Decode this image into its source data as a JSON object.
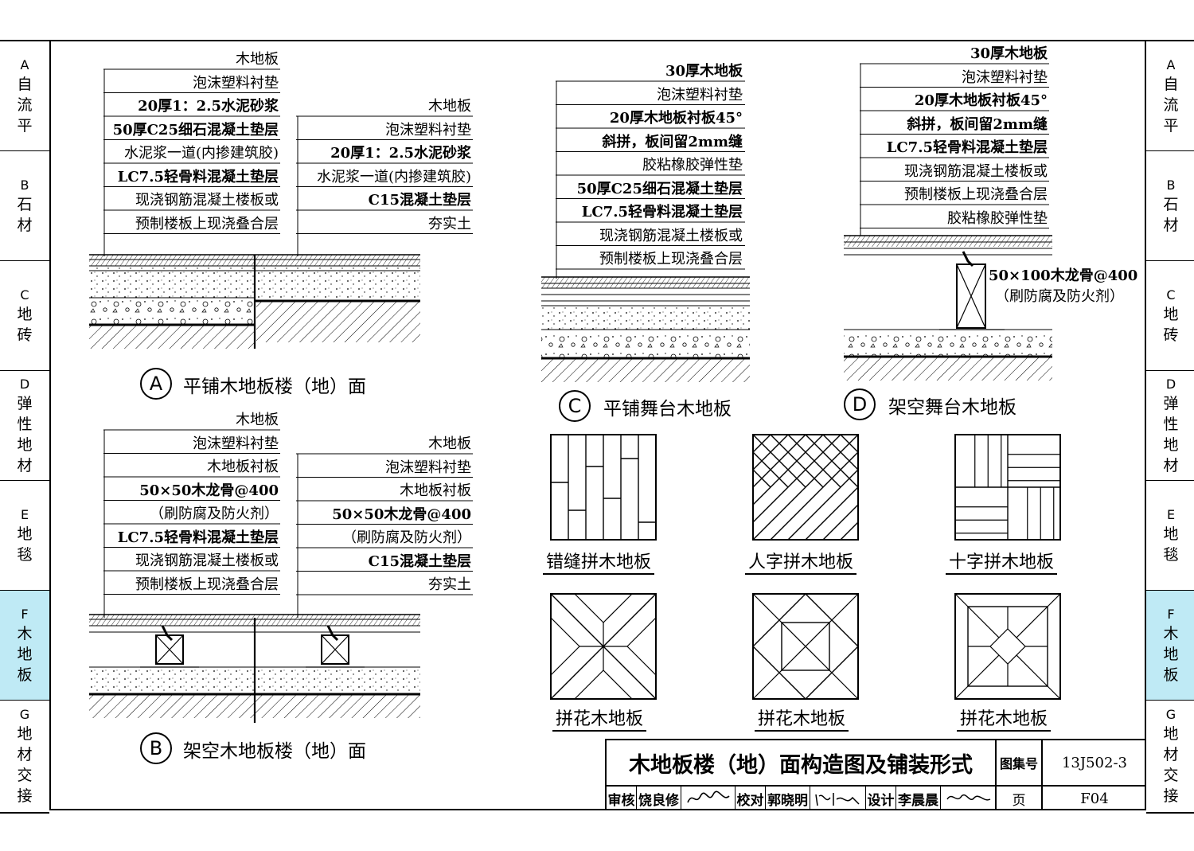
{
  "sidebar": {
    "tabs": [
      {
        "letter": "A",
        "chars": [
          "自",
          "流",
          "平"
        ]
      },
      {
        "letter": "B",
        "chars": [
          "石",
          "材"
        ]
      },
      {
        "letter": "C",
        "chars": [
          "地",
          "砖"
        ]
      },
      {
        "letter": "D",
        "chars": [
          "弹",
          "性",
          "地",
          "材"
        ]
      },
      {
        "letter": "E",
        "chars": [
          "地",
          "毯"
        ]
      },
      {
        "letter": "F",
        "chars": [
          "木",
          "地",
          "板"
        ],
        "active": true
      },
      {
        "letter": "G",
        "chars": [
          "地",
          "材",
          "交",
          "接"
        ]
      }
    ],
    "active_color": "#bfeaf5"
  },
  "detail_a": {
    "letter": "A",
    "caption": "平铺木地板楼（地）面",
    "left_layers": [
      "木地板",
      "泡沫塑料衬垫",
      "20厚1：2.5水泥砂浆",
      "50厚C25细石混凝土垫层",
      "水泥浆一道(内掺建筑胶)",
      "LC7.5轻骨料混凝土垫层",
      "现浇钢筋混凝土楼板或",
      "预制楼板上现浇叠合层"
    ],
    "right_layers": [
      "木地板",
      "泡沫塑料衬垫",
      "20厚1：2.5水泥砂浆",
      "水泥浆一道(内掺建筑胶)",
      "C15混凝土垫层",
      "夯实土"
    ]
  },
  "detail_b": {
    "letter": "B",
    "caption": "架空木地板楼（地）面",
    "left_layers": [
      "木地板",
      "泡沫塑料衬垫",
      "木地板衬板",
      "50×50木龙骨@400",
      "（刷防腐及防火剂）",
      "LC7.5轻骨料混凝土垫层",
      "现浇钢筋混凝土楼板或",
      "预制楼板上现浇叠合层"
    ],
    "right_layers": [
      "木地板",
      "泡沫塑料衬垫",
      "木地板衬板",
      "50×50木龙骨@400",
      "（刷防腐及防火剂）",
      "C15混凝土垫层",
      "夯实土"
    ]
  },
  "detail_c": {
    "letter": "C",
    "caption": "平铺舞台木地板",
    "layers": [
      "30厚木地板",
      "泡沫塑料衬垫",
      "20厚木地板衬板45°",
      "斜拼，板间留2mm缝",
      "胶粘橡胶弹性垫",
      "50厚C25细石混凝土垫层",
      "LC7.5轻骨料混凝土垫层",
      "现浇钢筋混凝土楼板或",
      "预制楼板上现浇叠合层"
    ]
  },
  "detail_d": {
    "letter": "D",
    "caption": "架空舞台木地板",
    "layers": [
      "30厚木地板",
      "泡沫塑料衬垫",
      "20厚木地板衬板45°",
      "斜拼，板间留2mm缝",
      "LC7.5轻骨料混凝土垫层",
      "现浇钢筋混凝土楼板或",
      "预制楼板上现浇叠合层",
      "胶粘橡胶弹性垫"
    ],
    "joist_note": [
      "50×100木龙骨@400",
      "（刷防腐及防火剂）"
    ]
  },
  "patterns": [
    {
      "label": "错缝拼木地板",
      "kind": "staggered"
    },
    {
      "label": "人字拼木地板",
      "kind": "herringbone"
    },
    {
      "label": "十字拼木地板",
      "kind": "cross"
    },
    {
      "label": "拼花木地板",
      "kind": "parquet1"
    },
    {
      "label": "拼花木地板",
      "kind": "parquet2"
    },
    {
      "label": "拼花木地板",
      "kind": "parquet3"
    }
  ],
  "title_block": {
    "title": "木地板楼（地）面构造图及铺装形式",
    "atlas_label": "图集号",
    "atlas_no": "13J502-3",
    "review_label": "审核",
    "reviewer": "饶良修",
    "check_label": "校对",
    "checker": "郭晓明",
    "design_label": "设计",
    "designer": "李晨晨",
    "page_label": "页",
    "page_no": "F04"
  }
}
